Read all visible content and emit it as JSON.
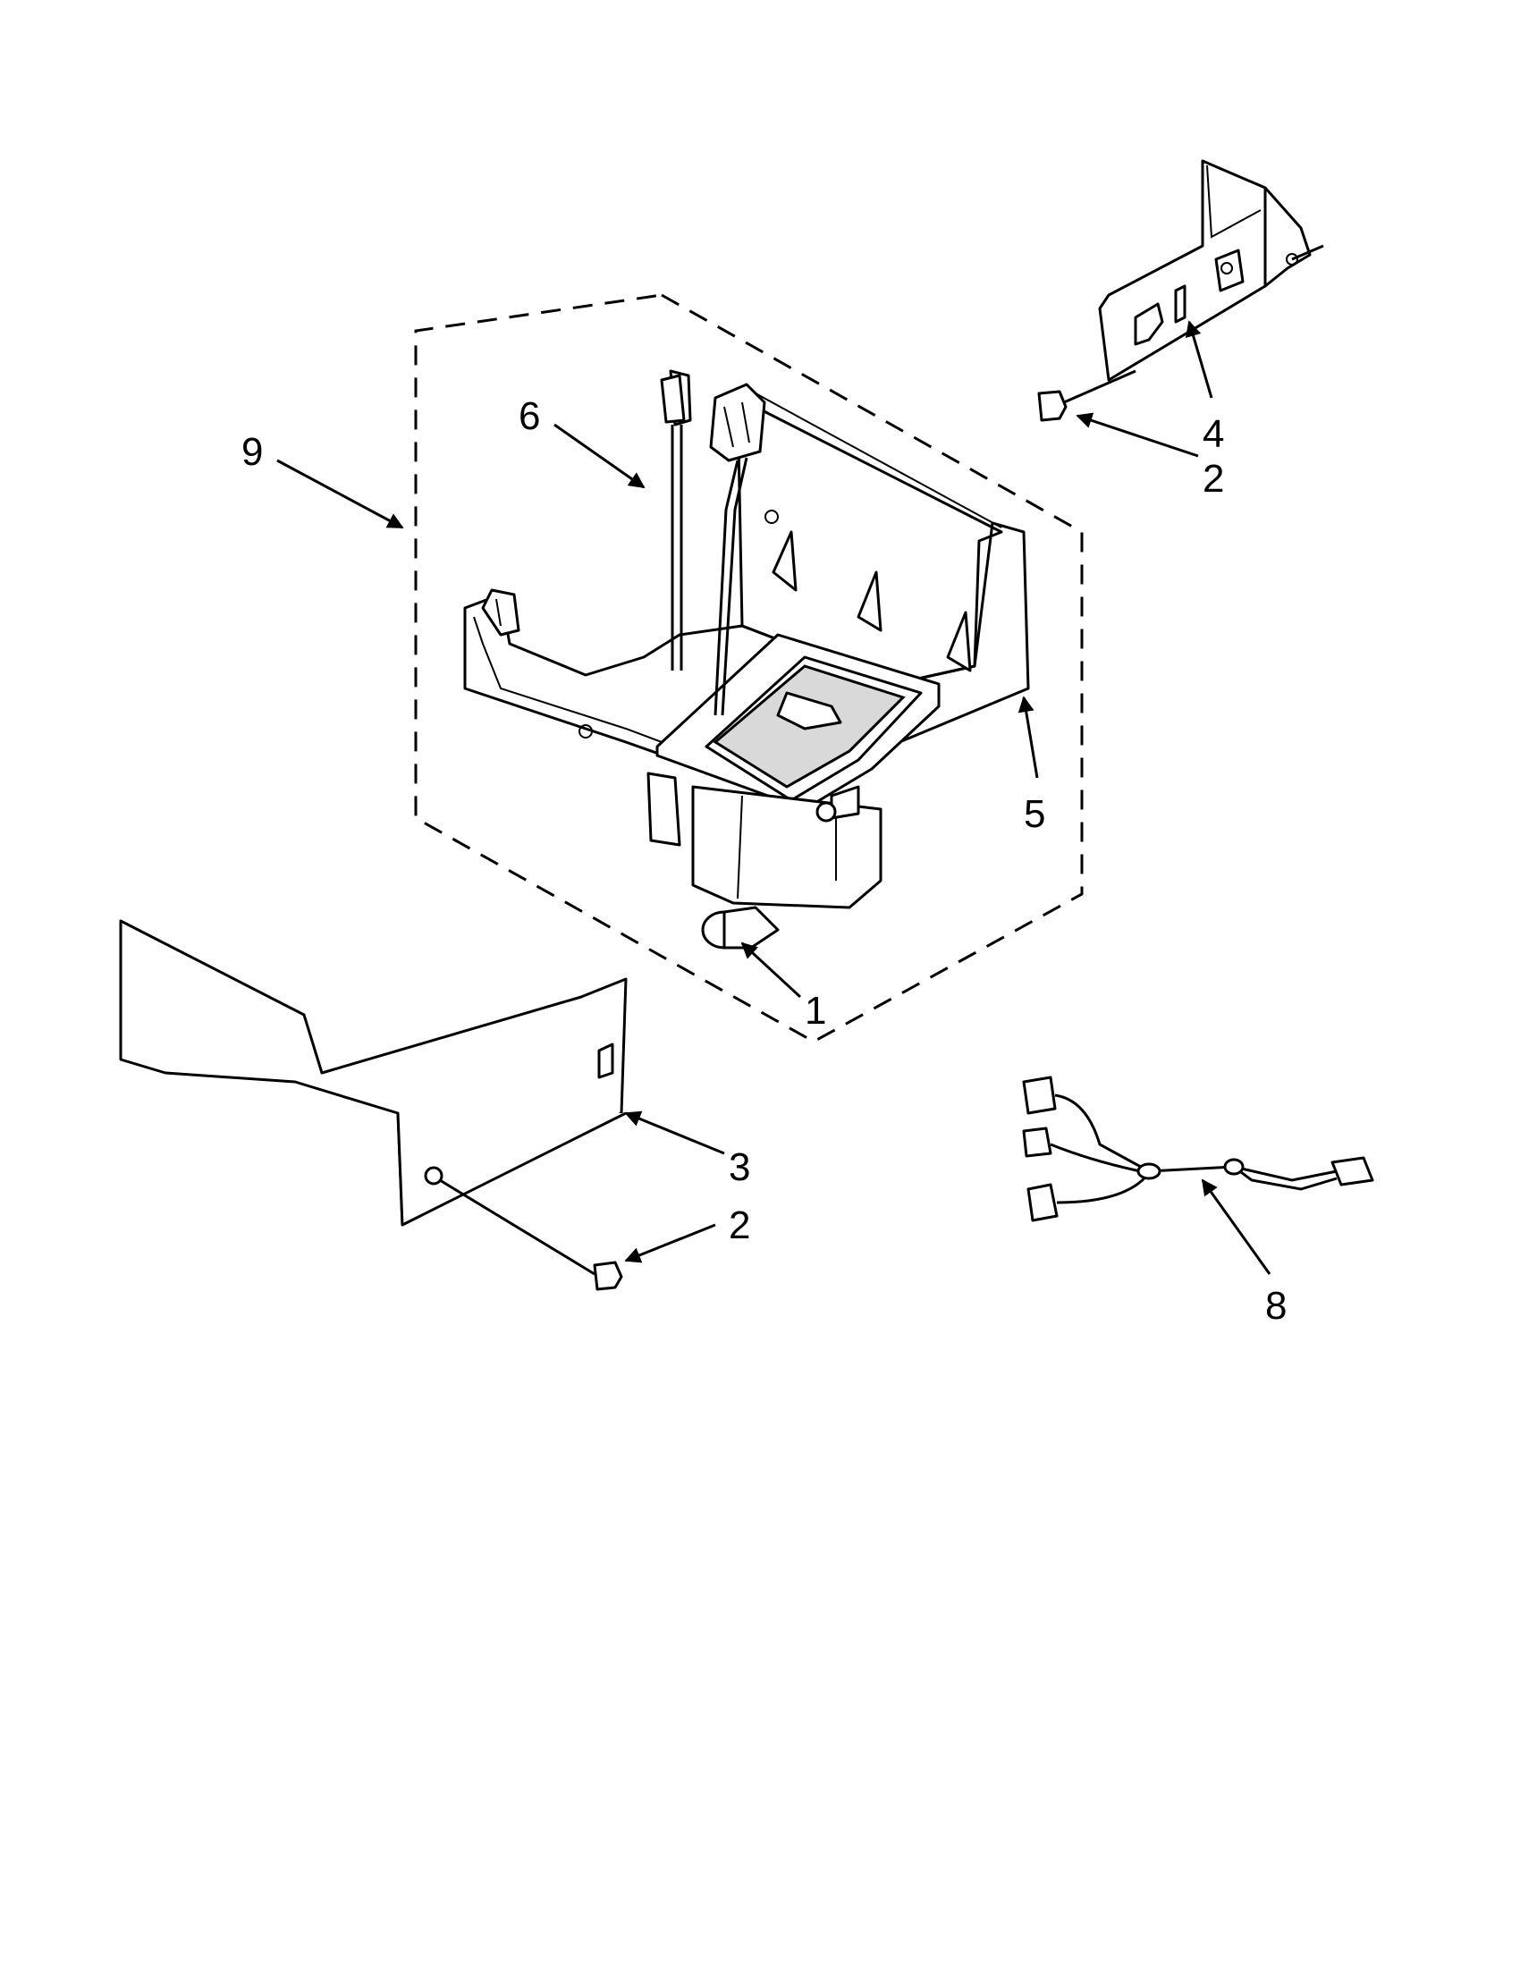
{
  "diagram": {
    "callouts": [
      {
        "id": "1",
        "label": "1"
      },
      {
        "id": "2a",
        "label": "2"
      },
      {
        "id": "2b",
        "label": "2"
      },
      {
        "id": "3",
        "label": "3"
      },
      {
        "id": "4",
        "label": "4"
      },
      {
        "id": "5",
        "label": "5"
      },
      {
        "id": "6",
        "label": "6"
      },
      {
        "id": "8",
        "label": "8"
      },
      {
        "id": "9",
        "label": "9"
      }
    ]
  }
}
